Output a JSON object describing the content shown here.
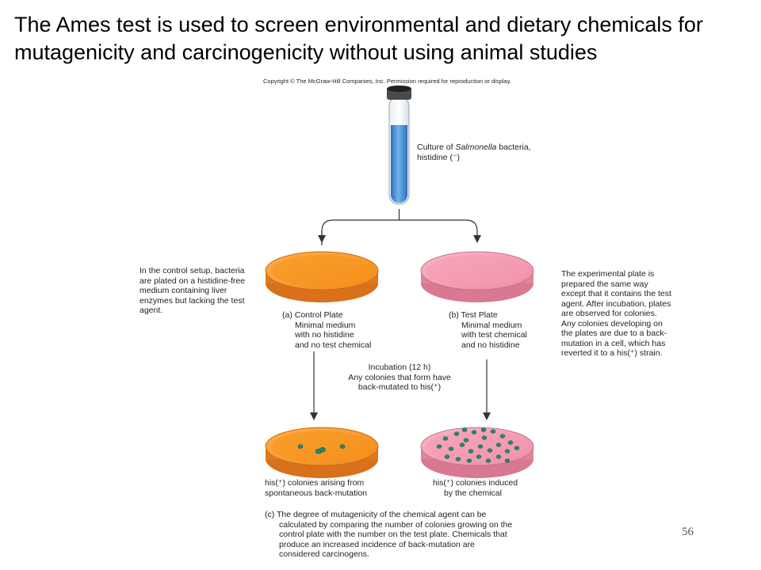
{
  "slide": {
    "title": "The Ames test is used to screen environmental and dietary chemicals for mutagenicity and carcinogenicity without using animal studies",
    "page_number": "56"
  },
  "figure": {
    "copyright": "Copyright © The McGraw-Hill Companies, Inc. Permission required for reproduction or display.",
    "culture_label": {
      "line1_pre": "Culture of ",
      "line1_italic": "Salmonella",
      "line1_post": " bacteria,",
      "line2": "histidine (⁻)"
    },
    "left_note": [
      "In the control setup, bacteria",
      "are plated on a histidine-free",
      "medium containing liver",
      "enzymes but lacking the test",
      "agent."
    ],
    "right_note": [
      "The experimental plate is",
      "prepared the same way",
      "except that it contains the test",
      "agent. After incubation, plates",
      "are observed for colonies.",
      "Any colonies developing on",
      "the plates are due to a back-",
      "mutation in a cell, which has",
      "reverted it to a his(⁺) strain."
    ],
    "control_plate_label": [
      "(a) Control Plate",
      "Minimal medium",
      "with no histidine",
      "and no test chemical"
    ],
    "test_plate_label": [
      "(b) Test Plate",
      "Minimal medium",
      "with test chemical",
      "and no histidine"
    ],
    "incubation_label": [
      "Incubation (12 h)",
      "Any colonies that form have",
      "back-mutated to his(⁺)"
    ],
    "control_result_label": [
      "his(⁺) colonies arising from",
      "spontaneous back-mutation"
    ],
    "test_result_label": [
      "his(⁺) colonies induced",
      "by the chemical"
    ],
    "conclusion": [
      "(c)  The degree of mutagenicity of the chemical agent can be",
      "calculated by comparing the number of colonies growing on the",
      "control plate with the number on the test plate. Chemicals that",
      "produce an increased incidence of back-mutation are",
      "considered carcinogens."
    ],
    "colors": {
      "control_medium": "#f7941d",
      "test_medium": "#f49ab0",
      "culture_liquid": "#3a8fd6",
      "colony": "#1f8a6e"
    },
    "icons": [
      "test-tube-icon",
      "petri-dish-icon",
      "arrow-icon"
    ]
  }
}
